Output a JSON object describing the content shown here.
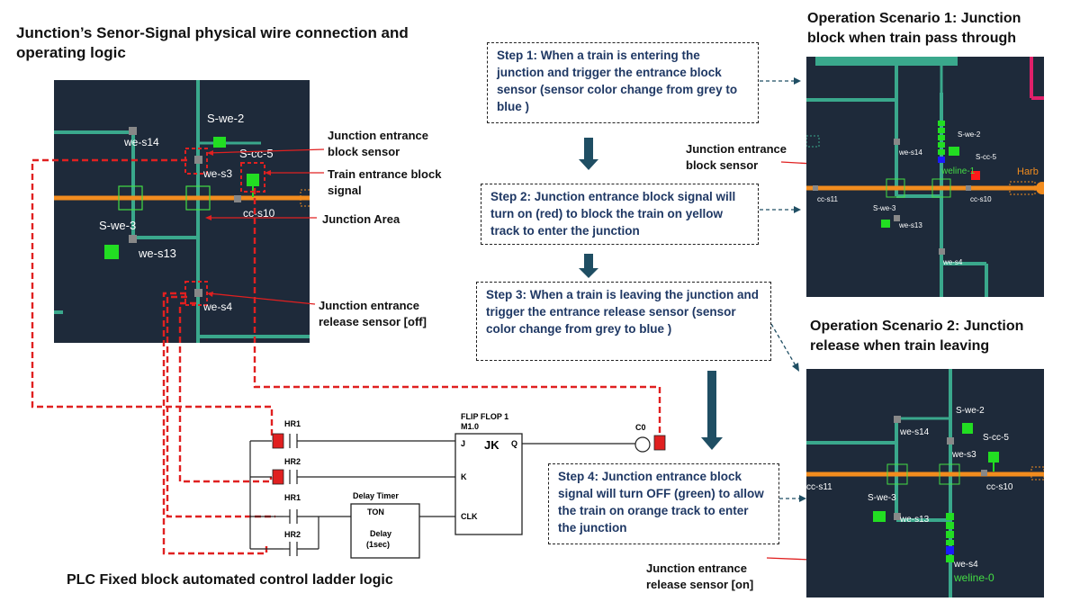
{
  "left_title": "Junction’s Senor-Signal physical wire connection and operating logic",
  "bottom_title": "PLC Fixed block automated control ladder logic",
  "scenario1_title": "Operation Scenario 1: Junction block when train pass through",
  "scenario2_title": "Operation Scenario 2: Junction release when train leaving",
  "steps": [
    "Step 1: When a train is entering the junction and trigger the entrance block sensor (sensor color change from grey to blue )",
    "Step 2: Junction entrance block signal will turn on (red) to block the train on yellow track to enter the junction",
    "Step 3: When a train is leaving the junction and trigger the entrance release sensor (sensor color change from grey to blue )",
    "Step 4: Junction entrance block signal will turn OFF (green) to allow the train on orange track to enter the junction"
  ],
  "callouts": {
    "entrance_block_sensor": "Junction  entrance block sensor",
    "train_entrance_block_signal": "Train entrance block signal",
    "junction_area": "Junction Area",
    "entrance_release_sensor_off": "Junction entrance release sensor [off]",
    "s1_entrance_block_sensor": "Junction  entrance block sensor",
    "s2_entrance_release_sensor_on": "Junction entrance release sensor [on]"
  },
  "map_labels": {
    "s_we_2": "S-we-2",
    "s_cc_5": "S-cc-5",
    "we_s14": "we-s14",
    "we_s3": "we-s3",
    "cc_s10": "cc-s10",
    "s_we_3": "S-we-3",
    "we_s13": "we-s13",
    "we_s4": "we-s4",
    "cc_s11": "cc-s11",
    "weline_0": "weline-0",
    "harb": "Harb",
    "weline_1": "weline-1"
  },
  "ladder": {
    "hr1_a": "HR1",
    "hr2_a": "HR2",
    "hr1_b": "HR1",
    "hr2_b": "HR2",
    "flipflop_title": "FLIP FLOP 1",
    "flipflop_addr": "M1.0",
    "jk": "JK",
    "pin_j": "J",
    "pin_k": "K",
    "pin_clk": "CLK",
    "pin_q": "Q",
    "coil": "C0",
    "timer_title": "Delay Timer",
    "timer_type": "TON",
    "timer_delay": "Delay",
    "timer_time": "(1sec)"
  },
  "colors": {
    "panel_bg": "#1e2a3a",
    "track_teal": "#3aa88c",
    "track_orange": "#f28c1e",
    "signal_green": "#22dd22",
    "signal_red": "#ff1a1a",
    "sensor_grey": "#888888",
    "sensor_blue": "#1a1aff",
    "wire_red": "#e02020",
    "step_text": "#1f3864",
    "arrow": "#1f4e63"
  }
}
